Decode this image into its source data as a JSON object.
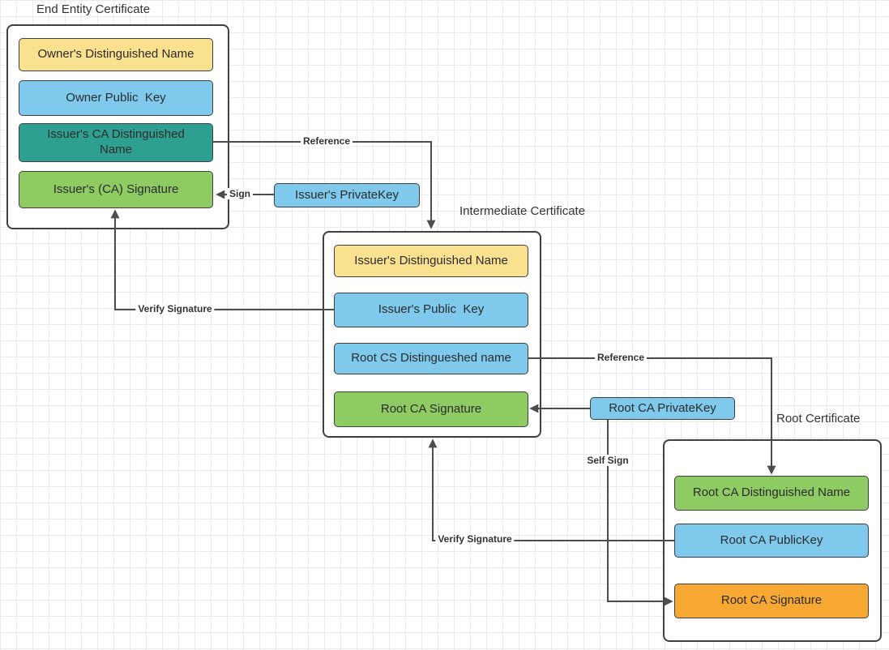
{
  "colors": {
    "yellow": "#FAE18F",
    "blue": "#7EC9EC",
    "teal": "#2EA092",
    "green": "#8ECB63",
    "orange": "#F6A832",
    "line": "#4d4d4d",
    "container_border": "#404040",
    "container_bg": "#ffffff"
  },
  "certificates": {
    "end_entity": {
      "title": "End Entity Certificate",
      "fields": [
        {
          "label": "Owner's Distinguished Name",
          "color": "yellow"
        },
        {
          "label": "Owner Public  Key",
          "color": "blue"
        },
        {
          "label": "Issuer's CA Distinguished\nName",
          "color": "teal"
        },
        {
          "label": "Issuer's (CA) Signature",
          "color": "green"
        }
      ]
    },
    "intermediate": {
      "title": "Intermediate Certificate",
      "fields": [
        {
          "label": "Issuer's Distinguished Name",
          "color": "yellow"
        },
        {
          "label": "Issuer's Public  Key",
          "color": "blue"
        },
        {
          "label": "Root CS Distingueshed name",
          "color": "blue"
        },
        {
          "label": "Root CA Signature",
          "color": "green"
        }
      ]
    },
    "root": {
      "title": "Root Certificate",
      "fields": [
        {
          "label": "Root CA Distinguished Name",
          "color": "green"
        },
        {
          "label": "Root CA PublicKey",
          "color": "blue"
        },
        {
          "label": "Root CA Signature",
          "color": "orange"
        }
      ]
    }
  },
  "keys": {
    "issuer_private_key": {
      "label": "Issuer's PrivateKey",
      "color": "blue"
    },
    "root_ca_private_key": {
      "label": "Root CA PrivateKey",
      "color": "blue"
    }
  },
  "arrows": {
    "reference_end_to_intermediate": "Reference",
    "sign": "Sign",
    "verify_intermediate_to_end": "Verify Signature",
    "reference_intermediate_to_root": "Reference",
    "self_sign": "Self Sign",
    "verify_root_to_intermediate": "Verify Signature"
  }
}
